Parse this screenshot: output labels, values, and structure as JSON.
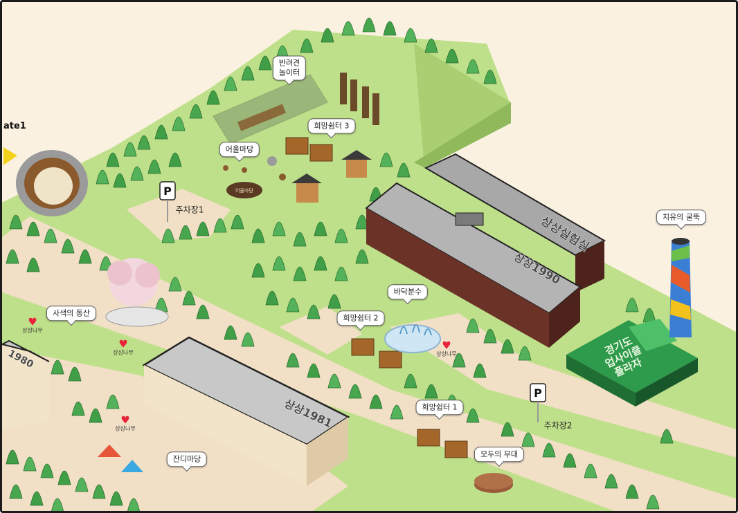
{
  "map": {
    "gate_label": "ate1",
    "places": [
      {
        "key": "dog_park",
        "label": "반려견\n놀이터"
      },
      {
        "key": "hope_rest_3",
        "label": "희망쉼터 3"
      },
      {
        "key": "eoul_madang",
        "label": "어울마당"
      },
      {
        "key": "hope_rest_2",
        "label": "희망쉼터 2"
      },
      {
        "key": "floor_fountain",
        "label": "바닥분수"
      },
      {
        "key": "hope_rest_1",
        "label": "희망쉼터 1"
      },
      {
        "key": "stage_for_all",
        "label": "모두의 무대"
      },
      {
        "key": "healing_chimney",
        "label": "치유의 굴뚝"
      },
      {
        "key": "contemplation_hill",
        "label": "사색의 동산"
      },
      {
        "key": "lawn_yard",
        "label": "잔디마당"
      }
    ],
    "parking": [
      {
        "key": "parking_1",
        "label": "주차장1",
        "sign": "P"
      },
      {
        "key": "parking_2",
        "label": "주차장2",
        "sign": "P"
      }
    ],
    "trees": [
      {
        "key": "tree_1",
        "label": "상상나무"
      },
      {
        "key": "tree_2",
        "label": "상상나무"
      },
      {
        "key": "tree_3",
        "label": "상상나무"
      },
      {
        "key": "tree_4",
        "label": "상상나무"
      }
    ],
    "buildings": [
      {
        "key": "sangsang_lab",
        "label": "상상실험실"
      },
      {
        "key": "sangsang_1990",
        "label": "상상1990"
      },
      {
        "key": "sangsang_1981",
        "label": "상상1981"
      },
      {
        "key": "sangsang_1980",
        "label": "1980"
      },
      {
        "key": "gyeonggi_plaza",
        "label": "경기도\n업사이클\n플라자"
      }
    ],
    "sign_text": "어울마당",
    "colors": {
      "background": "#fbf1e1",
      "grass": "#bfe08a",
      "tree": "#4caf50",
      "path": "#f1dfc6",
      "brick": "#6b3228",
      "roof": "#a8a8a8",
      "plaza_green": "#2e9a4b",
      "heart": "#e8233a"
    }
  }
}
